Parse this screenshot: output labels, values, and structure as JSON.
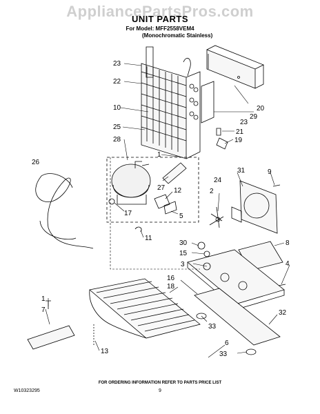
{
  "header": {
    "watermark": "AppliancePartsPros.com",
    "title": "UNIT PARTS",
    "model_line": "For Model: MFF2558VEM4",
    "finish_line": "(Monochromatic Stainless)"
  },
  "callouts": {
    "c23a": "23",
    "c22": "22",
    "c10": "10",
    "c25": "25",
    "c28": "28",
    "c1a": "1",
    "c26": "26",
    "c27": "27",
    "c12": "12",
    "c17": "17",
    "c5": "5",
    "c11": "11",
    "c20": "20",
    "c29": "29",
    "c23b": "23",
    "c21": "21",
    "c19": "19",
    "c31": "31",
    "c9": "9",
    "c24": "24",
    "c2": "2",
    "c30": "30",
    "c15": "15",
    "c8": "8",
    "c3": "3",
    "c4": "4",
    "c16": "16",
    "c18": "18",
    "c1b": "1",
    "c7": "7",
    "c33a": "33",
    "c32": "32",
    "c13": "13",
    "c6": "6",
    "c33b": "33"
  },
  "footer": {
    "note": "FOR ORDERING INFORMATION REFER TO PARTS PRICE LIST",
    "doc_number": "W10323295",
    "page": "9"
  }
}
